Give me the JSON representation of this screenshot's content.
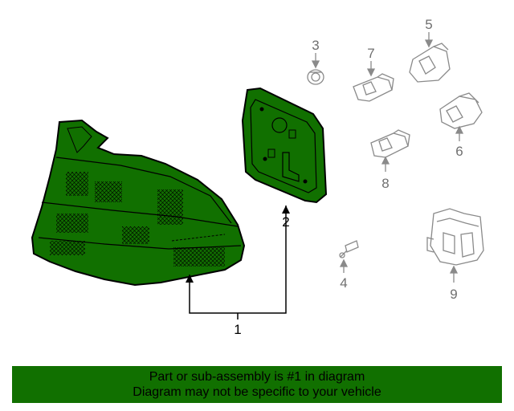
{
  "callouts": [
    {
      "id": "1",
      "label": "1",
      "highlighted": true
    },
    {
      "id": "2",
      "label": "2",
      "highlighted": true
    },
    {
      "id": "3",
      "label": "3",
      "highlighted": false
    },
    {
      "id": "4",
      "label": "4",
      "highlighted": false
    },
    {
      "id": "5",
      "label": "5",
      "highlighted": false
    },
    {
      "id": "6",
      "label": "6",
      "highlighted": false
    },
    {
      "id": "7",
      "label": "7",
      "highlighted": false
    },
    {
      "id": "8",
      "label": "8",
      "highlighted": false
    },
    {
      "id": "9",
      "label": "9",
      "highlighted": false
    }
  ],
  "banner": {
    "line1": "Part or sub-assembly is #1 in diagram",
    "line2": "Diagram may not be specific to your vehicle"
  },
  "colors": {
    "highlight": "#117000",
    "outline": "#000000",
    "dim_parts": "#8a8a8a",
    "banner_bg": "#117000"
  }
}
